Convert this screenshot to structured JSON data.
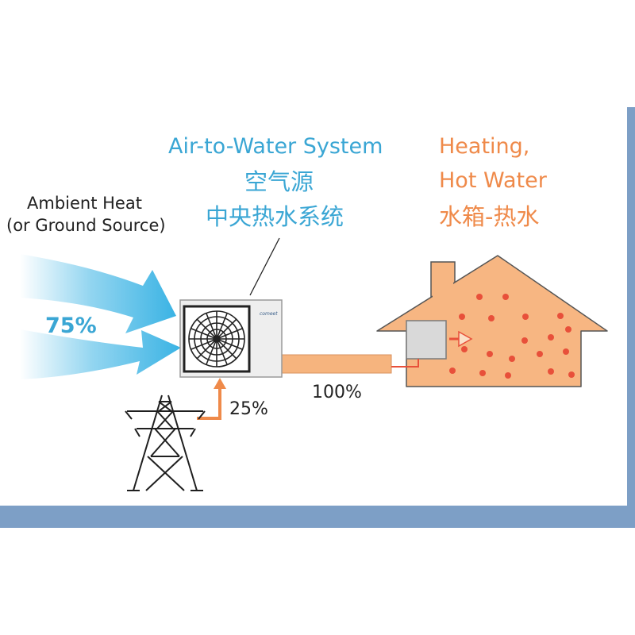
{
  "ambient": {
    "line1": "Ambient Heat",
    "line2": "(or Ground Source)",
    "percent": "75%"
  },
  "system": {
    "title_en": "Air-to-Water System",
    "title_cn1": "空气源",
    "title_cn2": "中央热水系统",
    "brand": "comeet"
  },
  "output": {
    "line1": "Heating,",
    "line2": "Hot Water",
    "line3": "水箱-热水"
  },
  "electric": {
    "percent": "25%"
  },
  "total": {
    "percent": "100%"
  },
  "colors": {
    "blue_text": "#3aa6d4",
    "orange_text": "#ef8a4a",
    "arrow_blue": "#3ab3e4",
    "house_fill": "#f7b682",
    "pipe_fill": "#f6b47e",
    "dot_red": "#e8503a",
    "frame_blue": "#7d9fc6"
  }
}
